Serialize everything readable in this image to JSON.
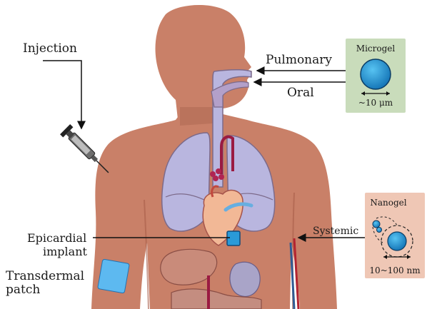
{
  "labels": {
    "injection": "Injection",
    "pulmonary": "Pulmonary",
    "oral": "Oral",
    "systemic": "Systemic",
    "epicardial_line1": "Epicardial",
    "epicardial_line2": "implant",
    "transdermal_line1": "Transdermal",
    "transdermal_line2": "patch"
  },
  "microgel": {
    "title": "Microgel",
    "size": "~10 μm",
    "box_color": "#c9dcbb"
  },
  "nanogel": {
    "title": "Nanogel",
    "size": "10~100 nm",
    "box_color": "#efc7b5"
  },
  "colors": {
    "skin": "#c98068",
    "skin_dark": "#b06a55",
    "lung": "#b9b6df",
    "organ_line": "#7c6a8a",
    "heart": "#f2b896",
    "gel_blue": "#2a9ad8",
    "artery": "#b32430",
    "vein": "#2f5b93"
  }
}
